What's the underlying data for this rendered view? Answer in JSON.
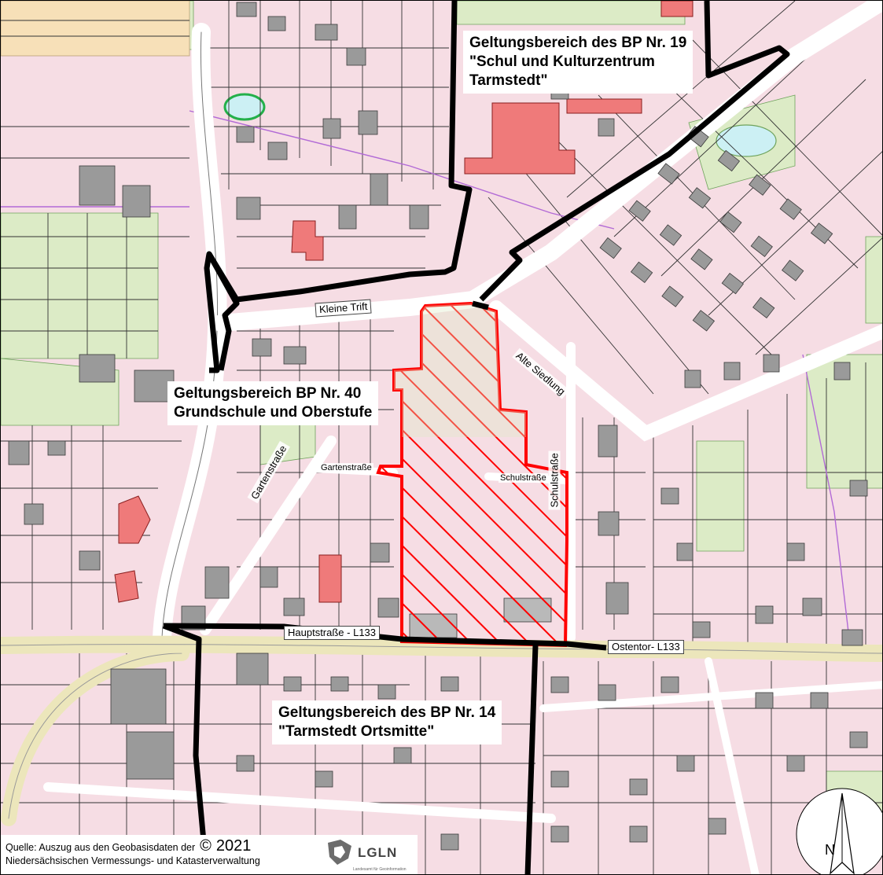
{
  "callouts": {
    "bp19": {
      "line1": "Geltungsbereich des BP Nr. 19",
      "line2": "\"Schul und Kulturzentrum",
      "line3": "Tarmstedt\""
    },
    "bp40": {
      "line1": "Geltungsbereich BP Nr. 40",
      "line2": "Grundschule und Oberstufe"
    },
    "bp14": {
      "line1": "Geltungsbereich des BP Nr. 14",
      "line2": "\"Tarmstedt Ortsmitte\""
    }
  },
  "roads": {
    "kleine_trift": "Kleine Trift",
    "alte_siedlung": "Alte Siedlung",
    "gartenstrasse_small": "Gartenstraße",
    "gartenstrasse": "Gartenstraße",
    "schulstrasse_small": "Schulstraße",
    "schulstrasse": "Schulstraße",
    "hauptstrasse": "Hauptstraße - L133",
    "ostentor": "Ostentor- L133"
  },
  "source": {
    "line1": "Quelle: Auszug aus den Geobasisdaten der",
    "copyright": "©",
    "year": "2021",
    "line2": "Niedersächsischen Vermessungs- und Katasterverwaltung",
    "logo": "LGLN",
    "logo_sub": "Landesamt für Geoinformation"
  },
  "north": {
    "label": "N"
  },
  "colors": {
    "background": "#f6dde4",
    "building": "#9a9a9a",
    "public_building": "#ef7a7a",
    "green": "#dcebc6",
    "plan_area": "#ff0000",
    "boundary": "#000000",
    "road": "#ffffff",
    "main_road": "#ece6bb"
  }
}
